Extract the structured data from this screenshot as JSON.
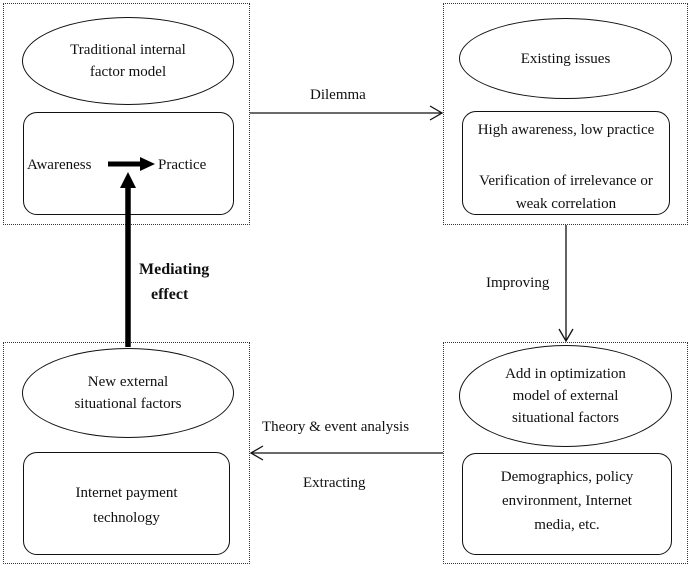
{
  "top_left": {
    "ellipse_line1": "Traditional internal",
    "ellipse_line2": "factor model",
    "awareness": "Awareness",
    "practice": "Practice"
  },
  "top_right": {
    "ellipse": "Existing issues",
    "issue1": "High awareness, low practice",
    "issue2_line1": "Verification of irrelevance or",
    "issue2_line2": "weak correlation"
  },
  "bottom_right": {
    "ellipse_line1": "Add in optimization",
    "ellipse_line2": "model of external",
    "ellipse_line3": "situational factors",
    "box_line1": "Demographics, policy",
    "box_line2": "environment, Internet",
    "box_line3": "media, etc."
  },
  "bottom_left": {
    "ellipse_line1": "New external",
    "ellipse_line2": "situational factors",
    "box_line1": "Internet payment",
    "box_line2": "technology"
  },
  "labels": {
    "dilemma": "Dilemma",
    "improving": "Improving",
    "theory": "Theory & event analysis",
    "extracting": "Extracting",
    "mediating_line1": "Mediating",
    "mediating_line2": "effect"
  }
}
